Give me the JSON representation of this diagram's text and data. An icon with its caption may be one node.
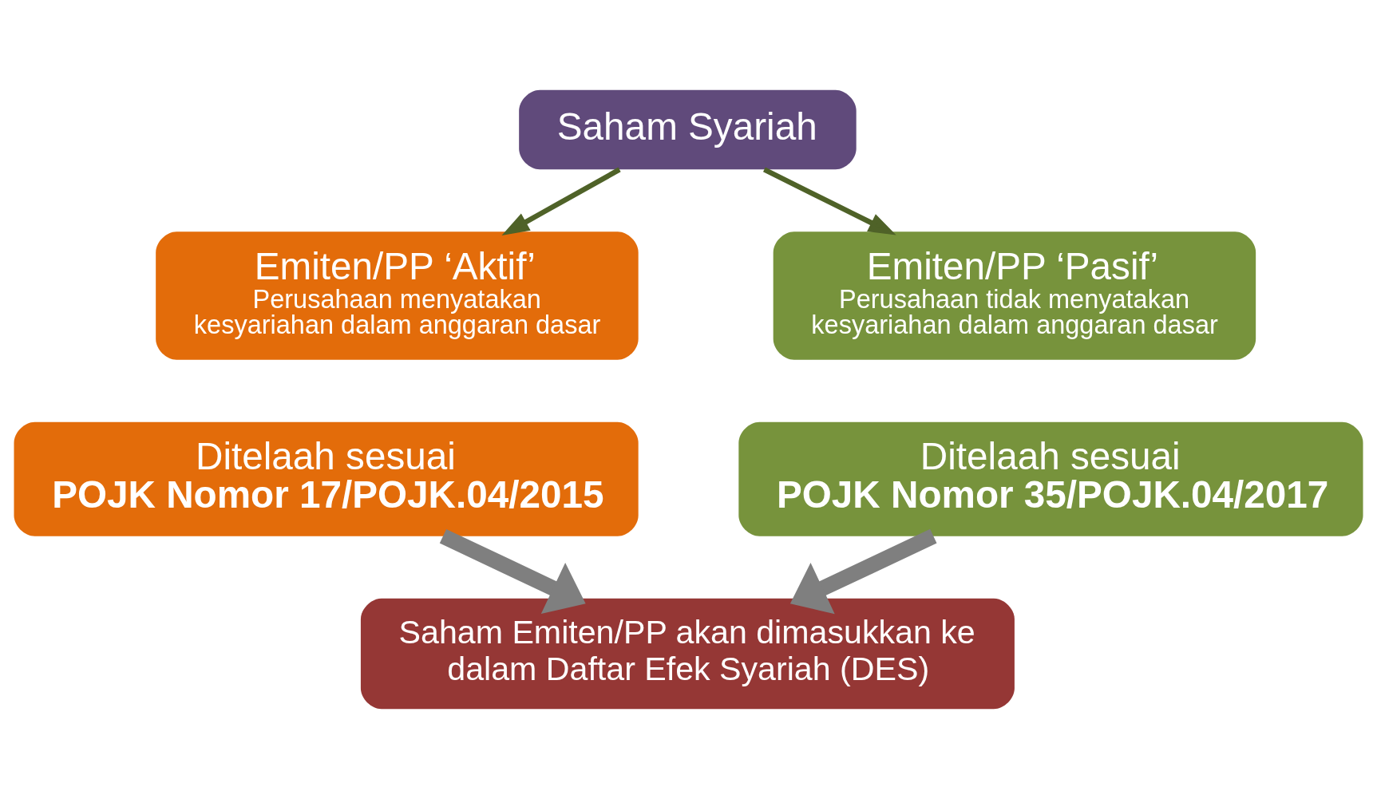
{
  "diagram": {
    "nodes": [
      {
        "text": [
          "Saham Syariah"
        ]
      },
      {
        "text": [
          "Emiten/PP ‘Aktif’",
          "Perusahaan menyatakan kesyariahan dalam anggaran dasar"
        ]
      },
      {
        "text": [
          "Emiten/PP ‘Pasif’",
          "Perusahaan tidak menyatakan kesyariahan dalam anggaran dasar"
        ]
      },
      {
        "text": [
          "Ditelaah sesuai",
          "POJK Nomor 17/POJK.04/2015"
        ]
      },
      {
        "text": [
          "Ditelaah sesuai",
          "POJK Nomor 35/POJK.04/2017"
        ]
      },
      {
        "text": [
          "Saham Emiten/PP akan dimasukkan ke dalam Daftar Efek Syariah (DES)"
        ]
      }
    ],
    "edges": [
      {
        "from": 0,
        "to": 1,
        "arrow": "to",
        "color": "#4f6228"
      },
      {
        "from": 0,
        "to": 2,
        "arrow": "to",
        "color": "#4f6228"
      },
      {
        "from": 3,
        "to": 5,
        "arrow": "to",
        "style": "thick",
        "color": "#7f7f7f"
      },
      {
        "from": 4,
        "to": 5,
        "arrow": "to",
        "style": "thick",
        "color": "#7f7f7f"
      }
    ]
  }
}
